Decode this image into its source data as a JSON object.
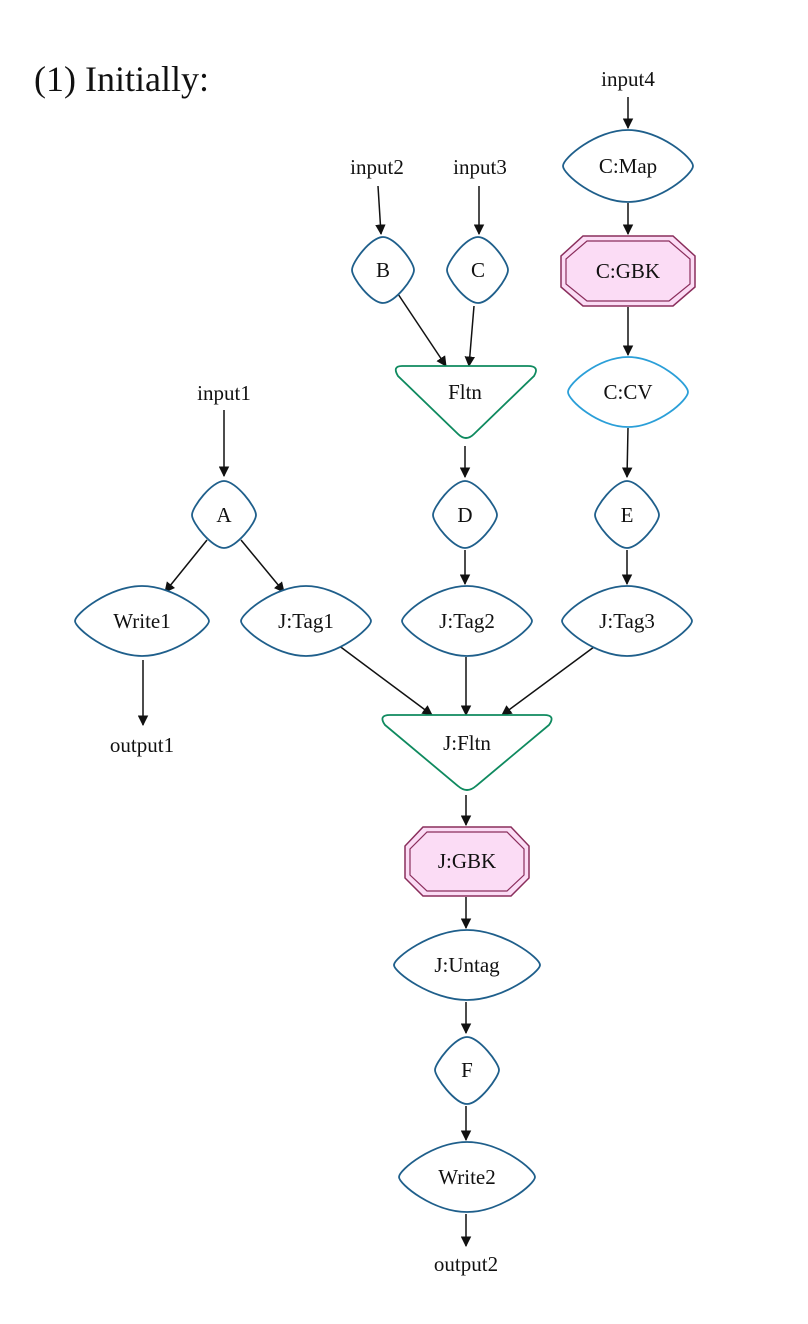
{
  "heading": "(1) Initially:",
  "colors": {
    "pardo_stroke": "#1f5f8b",
    "combine_stroke": "#2b9fd8",
    "flatten_stroke": "#0f8a5f",
    "gbk_stroke": "#8a2e5c",
    "gbk_fill": "#fbdcf5",
    "edge": "#111111"
  },
  "io": {
    "input1": "input1",
    "input2": "input2",
    "input3": "input3",
    "input4": "input4",
    "output1": "output1",
    "output2": "output2"
  },
  "nodes": {
    "A": "A",
    "B": "B",
    "C": "C",
    "D": "D",
    "E": "E",
    "F": "F",
    "c_map": "C:Map",
    "c_gbk": "C:GBK",
    "c_cv": "C:CV",
    "fltn": "Fltn",
    "write1": "Write1",
    "j_tag1": "J:Tag1",
    "j_tag2": "J:Tag2",
    "j_tag3": "J:Tag3",
    "j_fltn": "J:Fltn",
    "j_gbk": "J:GBK",
    "j_untag": "J:Untag",
    "write2": "Write2"
  }
}
